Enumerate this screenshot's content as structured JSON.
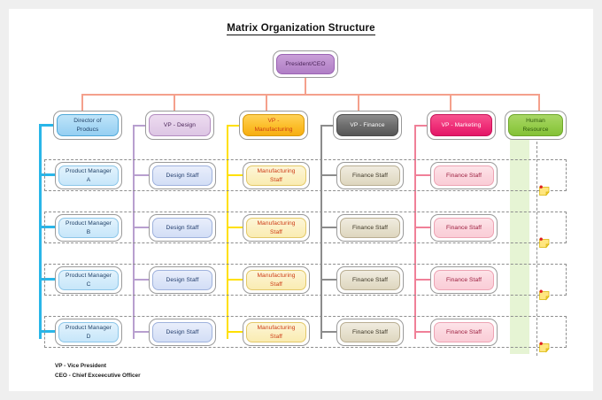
{
  "title": "Matrix Organization Structure",
  "colors": {
    "canvas": "#ffffff",
    "page": "#efefef",
    "ceo_connector": "#f4a08c",
    "products_connector": "#29b6e8",
    "design_connector": "#b89fcf",
    "manufacturing_connector": "#ffe000",
    "finance_connector": "#8c8c8c",
    "marketing_connector": "#f08098",
    "hr_band": "#ddf0c4",
    "row_band_border": "#8e8e8e"
  },
  "root": {
    "label": "President/CEO",
    "color_name": "purple"
  },
  "columns": [
    {
      "head": "Director of\nProducs",
      "head_color": "blue",
      "connector_color": "#29b6e8",
      "staff_color": "s-blue",
      "staff": [
        "Product Manager\nA",
        "Product Manager\nB",
        "Product Manager\nC",
        "Product Manager\nD"
      ]
    },
    {
      "head": "VP - Design",
      "head_color": "lavender",
      "connector_color": "#b89fcf",
      "staff_color": "s-periwink",
      "staff": [
        "Design Staff",
        "Design Staff",
        "Design Staff",
        "Design Staff"
      ]
    },
    {
      "head": "VP -\nManufacturing",
      "head_color": "gold",
      "connector_color": "#ffe000",
      "staff_color": "s-cream",
      "staff": [
        "Manufacturing\nStaff",
        "Manufacturing\nStaff",
        "Manufacturing\nStaff",
        "Manufacturing\nStaff"
      ]
    },
    {
      "head": "VP - Finance",
      "head_color": "gray",
      "connector_color": "#8c8c8c",
      "staff_color": "s-khaki",
      "staff": [
        "Finance Staff",
        "Finance Staff",
        "Finance Staff",
        "Finance Staff"
      ]
    },
    {
      "head": "VP - Marketing",
      "head_color": "pinkdark",
      "connector_color": "#f08098",
      "staff_color": "s-pink",
      "staff": [
        "Finance Staff",
        "Finance Staff",
        "Finance Staff",
        "Finance Staff"
      ]
    },
    {
      "head": "Human\nResource",
      "head_color": "green",
      "connector_color": "#ddf0c4",
      "staff_color": "",
      "staff": []
    }
  ],
  "notes": [
    {
      "icon": "sticky-note-icon"
    },
    {
      "icon": "sticky-note-icon"
    },
    {
      "icon": "sticky-note-icon"
    },
    {
      "icon": "sticky-note-icon"
    }
  ],
  "legend": "VP - Vice President\nCEO - Chief Exceecutive Officer"
}
